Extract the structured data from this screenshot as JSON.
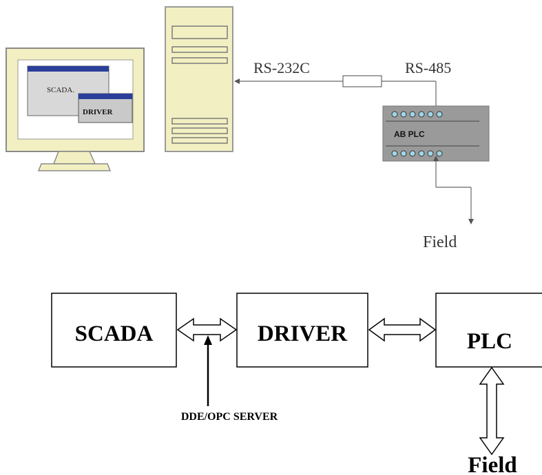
{
  "top_diagram": {
    "monitor_window_label": "SCADA.",
    "monitor_subwindow_label": "DRIVER",
    "link_left_label": "RS-232C",
    "link_right_label": "RS-485",
    "plc_label": "AB PLC",
    "field_label": "Field"
  },
  "block_diagram": {
    "scada_label": "SCADA",
    "driver_label": "DRIVER",
    "plc_label": "PLC",
    "server_label": "DDE/OPC SERVER",
    "field_label": "Field"
  },
  "colors": {
    "monitor_bezel": "#f2f0c2",
    "monitor_border": "#7a7a7a",
    "window_title": "#2b3f9a",
    "window_body": "#d8d8d8",
    "pc_case": "#f2f0c2",
    "plc_body": "#9a9a9a",
    "plc_dot": "#9fd6e6"
  }
}
